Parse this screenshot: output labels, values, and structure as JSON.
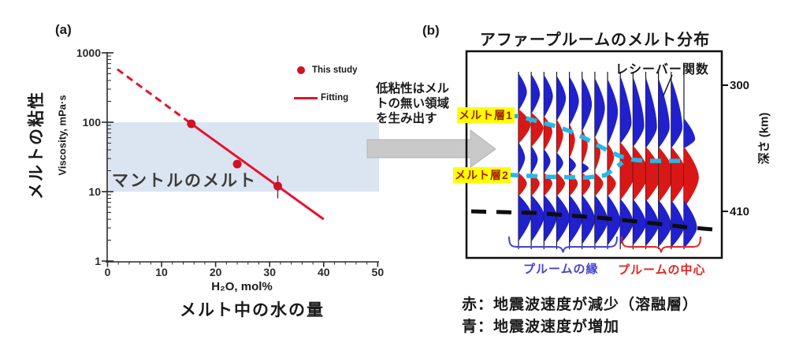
{
  "figure": {
    "panel_a": {
      "label": "(a)",
      "y_axis_title_jp": "メルトの粘性",
      "y_axis_title_en": "Viscosity, mPa·s",
      "x_axis_title": "H₂O, mol%",
      "x_axis_title_jp": "メルト中の水の量",
      "annotation": "マントルのメルト",
      "legend": {
        "point_label": "This study",
        "line_label": "Fitting"
      }
    },
    "connector": {
      "lines": [
        "低粘性はメル",
        "トの無い領域",
        "を生み出す"
      ]
    },
    "panel_b": {
      "label": "(b)",
      "title": "アファープルームのメルト分布",
      "receiver_function_label": "レシーバー関数",
      "melt_layer1_label": "メルト層1",
      "melt_layer2_label": "メルト層2",
      "depth_axis_label": "深さ (km)",
      "depth_tick_300": "300",
      "depth_tick_410": "410",
      "plume_edge_label": "プルームの縁",
      "plume_center_label": "プルームの中心",
      "note_red": "赤：地震波速度が減少（溶融層）",
      "note_blue": "青：地震波速度が増加"
    }
  },
  "colors": {
    "band": "#dbe5f1",
    "fit_line": "#e8112d",
    "data_point": "#cf1226",
    "wiggle_red": "#d91717",
    "wiggle_blue": "#2020cd",
    "melt_line_cyan": "#25b8e8",
    "highlight_yellow": "#ffff00",
    "arrow_gray": "#c9c9c9",
    "bracket_blue": "#4343d6",
    "bracket_red": "#e22525",
    "axis_dark": "#2b2b2b"
  },
  "chart_data": [
    {
      "panel": "a",
      "type": "scatter",
      "title": "",
      "xlabel": "H₂O, mol%",
      "ylabel": "Viscosity, mPa·s",
      "xlim": [
        0,
        50
      ],
      "ylim": [
        1,
        1000
      ],
      "yscale": "log",
      "x_ticks": [
        0,
        10,
        20,
        30,
        40,
        50
      ],
      "y_ticks": [
        1,
        10,
        100,
        1000
      ],
      "shaded_band": {
        "y_from": 10,
        "y_to": 100
      },
      "annotation": "マントルのメルト",
      "series": [
        {
          "name": "This study",
          "type": "scatter",
          "points": [
            {
              "x": 15.5,
              "y": 95
            },
            {
              "x": 24,
              "y": 25
            },
            {
              "x": 31.5,
              "y": 12,
              "y_err_low": 8,
              "y_err_high": 17
            }
          ]
        },
        {
          "name": "Fitting",
          "type": "line",
          "dashed_segment": [
            [
              1.8,
              580
            ],
            [
              15.5,
              95
            ]
          ],
          "solid_segment": [
            [
              15.5,
              95
            ],
            [
              40,
              4
            ]
          ]
        }
      ],
      "legend_position": "upper right"
    },
    {
      "panel": "b",
      "type": "heatmap",
      "subtype": "receiver_function_wiggle_section",
      "title": "アファープルームのメルト分布",
      "ylabel": "深さ (km)",
      "depth_ticks_km": [
        300,
        410
      ],
      "trace_count": 14,
      "melt_layer1_top_km": [
        327,
        330,
        333,
        336,
        340,
        345,
        351,
        357,
        362,
        365,
        366,
        366,
        366,
        366
      ],
      "melt_layer2_top_km": 378.5,
      "merged_from_trace_index": 8,
      "discontinuity_410_km": {
        "left": 410,
        "right": 426
      },
      "red_amp": [
        13,
        13,
        9,
        7,
        6,
        6,
        6,
        7,
        17,
        17,
        17,
        17,
        17,
        16
      ],
      "plume_edge_traces": [
        0,
        7
      ],
      "plume_center_traces": [
        8,
        13
      ]
    }
  ]
}
